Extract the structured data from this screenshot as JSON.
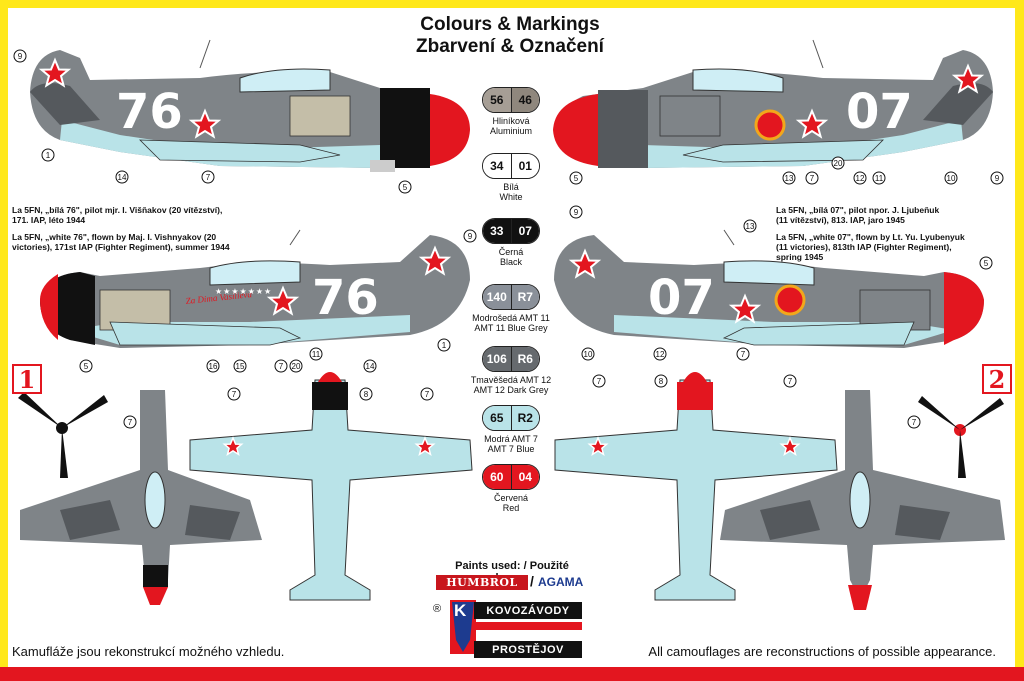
{
  "title": {
    "line1": "Colours & Markings",
    "line2": "Zbarvení & Označení"
  },
  "swatches": [
    {
      "codes": [
        "56",
        "46"
      ],
      "colors": [
        "#a69e95",
        "#8f877d"
      ],
      "text_colors": [
        "#111",
        "#111"
      ],
      "label_cz": "Hliníková",
      "label_en": "Aluminium"
    },
    {
      "codes": [
        "34",
        "01"
      ],
      "colors": [
        "#ffffff",
        "#ffffff"
      ],
      "text_colors": [
        "#111",
        "#111"
      ],
      "label_cz": "Bílá",
      "label_en": "White"
    },
    {
      "codes": [
        "33",
        "07"
      ],
      "colors": [
        "#111111",
        "#111111"
      ],
      "text_colors": [
        "#fff",
        "#fff"
      ],
      "label_cz": "Černá",
      "label_en": "Black"
    },
    {
      "codes": [
        "140",
        "R7"
      ],
      "colors": [
        "#8a9099",
        "#8a9099"
      ],
      "text_colors": [
        "#fff",
        "#fff"
      ],
      "label_cz": "Modrošedá AMT 11",
      "label_en": "AMT 11 Blue Grey"
    },
    {
      "codes": [
        "106",
        "R6"
      ],
      "colors": [
        "#666a6e",
        "#666a6e"
      ],
      "text_colors": [
        "#fff",
        "#fff"
      ],
      "label_cz": "Tmavěšedá AMT 12",
      "label_en": "AMT 12 Dark Grey"
    },
    {
      "codes": [
        "65",
        "R2"
      ],
      "colors": [
        "#b9e3e8",
        "#b9e3e8"
      ],
      "text_colors": [
        "#111",
        "#111"
      ],
      "label_cz": "Modrá AMT 7",
      "label_en": "AMT 7 Blue"
    },
    {
      "codes": [
        "60",
        "04"
      ],
      "colors": [
        "#e3161f",
        "#e3161f"
      ],
      "text_colors": [
        "#fff",
        "#fff"
      ],
      "label_cz": "Červená",
      "label_en": "Red"
    }
  ],
  "captions": {
    "aircraft1_cz": [
      "La 5FN, „bílá 76\", pilot mjr. I. Višňakov (20 vítězství),",
      "171. IAP, léto 1944"
    ],
    "aircraft1_en": [
      "La 5FN, „white 76\", flown by Maj. I. Vishnyakov (20",
      "victories), 171st IAP (Fighter Regiment), summer 1944"
    ],
    "aircraft2_cz": [
      "La 5FN, „bílá 07\", pilot npor. J. Ljubeňuk",
      "(11 vítězství), 813. IAP, jaro 1945"
    ],
    "aircraft2_en": [
      "La 5FN, „white 07\", flown by Lt. Yu. Lyubenyuk",
      "(11 victories), 813th IAP (Fighter Regiment),",
      "spring 1945"
    ]
  },
  "aircraft_numbers": {
    "a1": "76",
    "a2": "07"
  },
  "side_inscription": "Za Dima Vasilieva",
  "option_badges": [
    "1",
    "2"
  ],
  "paints": {
    "title": "Paints used: / Použité barvy:",
    "brand1": "HUMBROL",
    "separator": "/",
    "brand2": "AGAMA"
  },
  "manufacturer": {
    "line1": "KOVOZÁVODY",
    "line2": "PROSTĚJOV",
    "logo_letter": "K",
    "registered": "®"
  },
  "footer": {
    "left": "Kamufláže jsou rekonstrukcí možného vzhledu.",
    "right": "All camouflages are reconstructions of possible appearance."
  },
  "callouts": {
    "a1_top": [
      "9",
      "1",
      "14",
      "7",
      "5"
    ],
    "a1_mid": [
      "9",
      "5",
      "16",
      "15",
      "7",
      "20",
      "11",
      "14",
      "1"
    ],
    "a2_top": [
      "5",
      "13",
      "7",
      "20",
      "12",
      "11",
      "10",
      "9"
    ],
    "a2_mid": [
      "9",
      "13",
      "10",
      "12",
      "7",
      "5"
    ],
    "planform1": [
      "7",
      "7",
      "8",
      "7"
    ],
    "planform2": [
      "7",
      "8",
      "7",
      "7"
    ]
  },
  "colors": {
    "frame_yellow": "#ffe81a",
    "frame_red": "#e3161f",
    "airframe_grey": "#7f8488",
    "airframe_dark": "#55595d",
    "underside_blue": "#b9e3e8",
    "star_red": "#e3161f"
  }
}
